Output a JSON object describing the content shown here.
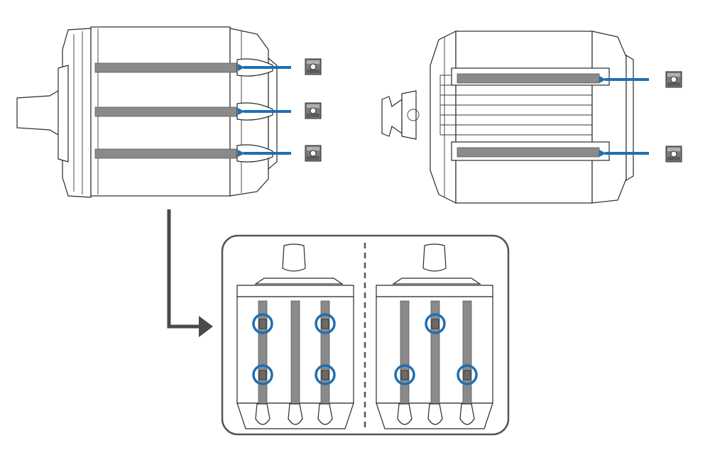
{
  "diagram": {
    "views": [
      {
        "name": "side-view-left",
        "arrows": 3,
        "nuts": 3
      },
      {
        "name": "side-view-right",
        "arrows": 2,
        "nuts": 2
      }
    ],
    "detail_panel": {
      "variants": [
        {
          "name": "variant-a",
          "highlighted_positions": 4
        },
        {
          "name": "variant-b",
          "highlighted_positions": 3
        }
      ]
    },
    "colors": {
      "arrow": "#1f6fb2",
      "rail": "#8a8a8a",
      "outline": "#2a2a2a",
      "panel_border": "#555555",
      "flow_arrow": "#4a4a4a"
    },
    "icons": [
      "slot-nut-icon",
      "insert-arrow-icon",
      "highlight-circle-icon",
      "flow-arrow-icon"
    ]
  }
}
